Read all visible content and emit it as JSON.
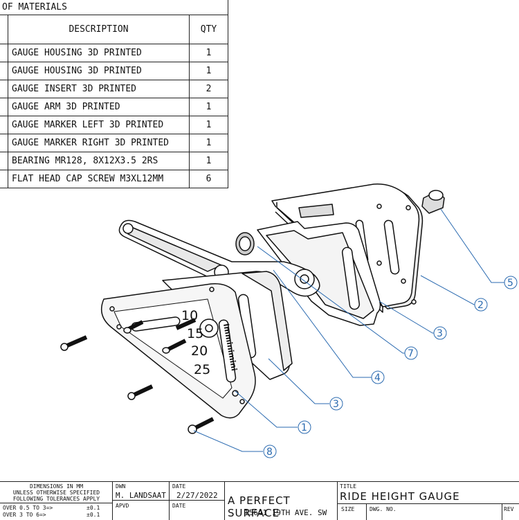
{
  "bom": {
    "title": "OF MATERIALS",
    "header": {
      "description": "DESCRIPTION",
      "qty": "QTY"
    },
    "rows": [
      {
        "description": "GAUGE HOUSING 3D PRINTED",
        "qty": "1"
      },
      {
        "description": "GAUGE HOUSING 3D PRINTED",
        "qty": "1"
      },
      {
        "description": "GAUGE INSERT 3D PRINTED",
        "qty": "2"
      },
      {
        "description": "GAUGE ARM 3D PRINTED",
        "qty": "1"
      },
      {
        "description": "GAUGE MARKER LEFT 3D PRINTED",
        "qty": "1"
      },
      {
        "description": "GAUGE MARKER RIGHT 3D PRINTED",
        "qty": "1"
      },
      {
        "description": "BEARING MR128, 8X12X3.5 2RS",
        "qty": "1"
      },
      {
        "description": "FLAT HEAD CAP SCREW M3XL12MM",
        "qty": "6"
      }
    ]
  },
  "drawing": {
    "callouts": [
      "5",
      "2",
      "3",
      "7",
      "4",
      "3",
      "1",
      "8"
    ],
    "scale_marks": [
      "10",
      "15",
      "20",
      "25"
    ],
    "slider_text": "Imminimini"
  },
  "title_block": {
    "tolerance_heading": "DIMENSIONS IN MM\nUNLESS OTHERWISE SPECIFIED\nFOLLOWING TOLERANCES APPLY",
    "tolerances": [
      {
        "range": "OVER 0.5 TO 3=>",
        "value": "±0.1"
      },
      {
        "range": "OVER 3 TO 6=>",
        "value": "±0.1"
      }
    ],
    "dwn_label": "DWN",
    "dwn_value": "M. LANDSAAT",
    "date_label": "DATE",
    "date_value": "2/27/2022",
    "apvd_label": "APVD",
    "apvd_date_label": "DATE",
    "company": "A PERFECT SURFACE",
    "address": "15641 19TH AVE. SW",
    "title_label": "TITLE",
    "title_value": "RIDE HEIGHT GAUGE",
    "size_label": "SIZE",
    "dwg_label": "DWG. NO.",
    "rev_label": "REV"
  }
}
